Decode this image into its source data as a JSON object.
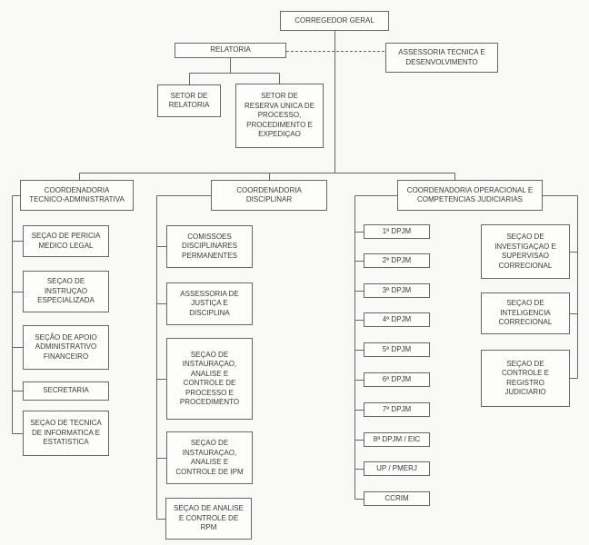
{
  "colors": {
    "line": "#67676b",
    "text": "#39393b",
    "fill": "#fdfdfc",
    "background": "#f9f9f7"
  },
  "nodes": {
    "corregedor_geral": "CORREGEDOR GERAL",
    "relatoria": "RELATORIA",
    "assessoria_tecnica": "ASSESSORIA TECNICA E\nDESENVOLVIMENTO",
    "setor_de_relatoria": "SETOR DE\nRELATORIA",
    "setor_reserva_unica": "SETOR DE\nRESERVA UNICA DE\nPROCESSO,\nPROCEDIMENTO E\nEXPEDIÇAO",
    "coordenadoria_tecnico_administrativa": "COORDENADORIA\nTECNICO-ADMINISTRATIVA",
    "secao_pericia_medico_legal": "SEÇAO DE PERICIA\nMEDICO LEGAL",
    "secao_instrucao_especializada": "SEÇAO DE\nINSTRUÇAO\nESPECIALIZADA",
    "secao_apoio_administrativo_financeiro": "SEÇÃO DE APOIO\nADMINISTRATIVO\nFINANCEIRO",
    "secretaria": "SECRETARIA",
    "secao_tecnica_informatica_estatistica": "SEÇAO DE TECNICA\nDE INFORMATICA E\nESTATISTICA",
    "coordenadoria_disciplinar": "COORDENADORIA\nDISCIPLINAR",
    "comissoes_disciplinares_permanentes": "COMISSOES\nDISCIPLINARES\nPERMANENTES",
    "assessoria_justica_disciplina": "ASSESSORIA DE\nJUSTIÇA E\nDISCIPLINA",
    "secao_instauracao_processo": "SEÇAO DE\nINSTAURAÇAO,\nANALISE E\nCONTROLE DE\nPROCESSO E\nPROCEDIMENTO",
    "secao_instauracao_ipm": "SEÇAO DE\nINSTAURAÇAO,\nANALISE E\nCONTROLE DE IPM",
    "secao_analise_rpm": "SEÇAO DE ANALISE\nE CONTROLE DE\nRPM",
    "coordenadoria_operacional": "COORDENADORIA OPERACIONAL E\nCOMPETENCIAS JUDICIARIAS",
    "dpjm_units": [
      "1ª DPJM",
      "2ª DPJM",
      "3ª DPJM",
      "4ª DPJM",
      "5ª DPJM",
      "6ª DPJM",
      "7ª DPJM",
      "8ª DPJM / EIC",
      "UP / PMERJ",
      "CCRIM"
    ],
    "secao_investigacao_supervisao": "SEÇAO DE\nINVESTIGAÇAO E\nSUPERVISAO\nCORRECIONAL",
    "secao_inteligencia_correcional": "SEÇAO DE\nINTELIGENCIA\nCORRECIONAL",
    "secao_controle_registro_judiciario": "SEÇAO DE\nCONTROLE E\nREGISTRO\nJUDICIARIO"
  }
}
